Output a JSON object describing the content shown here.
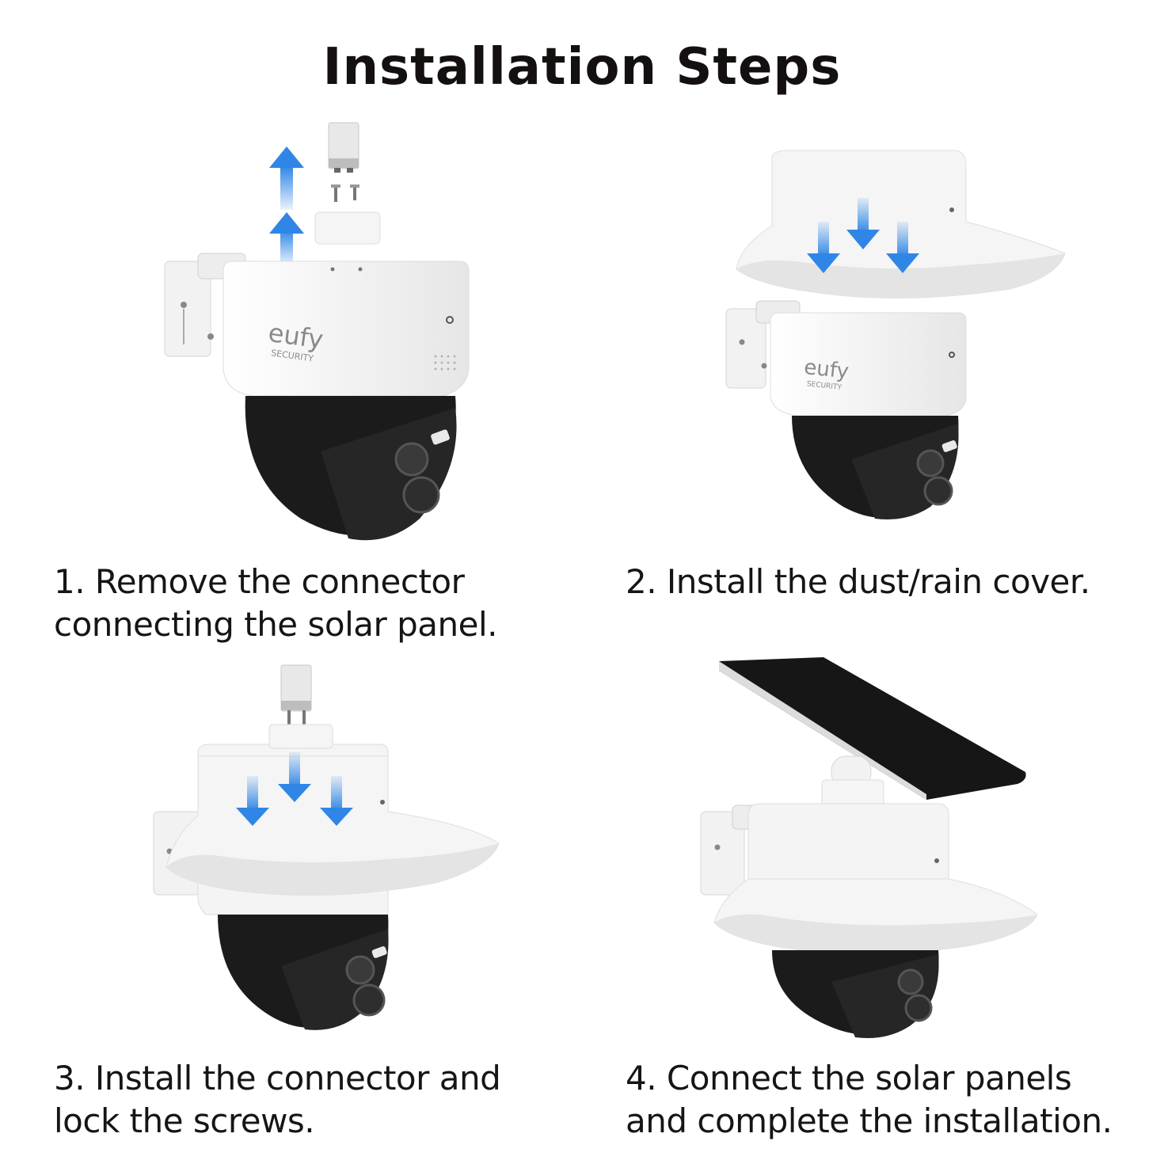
{
  "title": "Installation Steps",
  "brand": {
    "logo_text": "eufy",
    "logo_subtext": "SECURITY"
  },
  "steps": [
    {
      "number": "1",
      "lines": [
        "1. Remove the connector",
        "connecting the solar panel."
      ]
    },
    {
      "number": "2",
      "lines": [
        "2. Install the dust/rain cover."
      ]
    },
    {
      "number": "3",
      "lines": [
        "3. Install the connector and",
        "lock the screws."
      ]
    },
    {
      "number": "4",
      "lines": [
        "4. Connect the solar panels",
        "and complete the installation."
      ]
    }
  ],
  "colors": {
    "arrow": "#2f86e6",
    "camera_white": "#f4f4f4",
    "camera_black": "#1b1b1b",
    "solar_panel": "#161616"
  }
}
